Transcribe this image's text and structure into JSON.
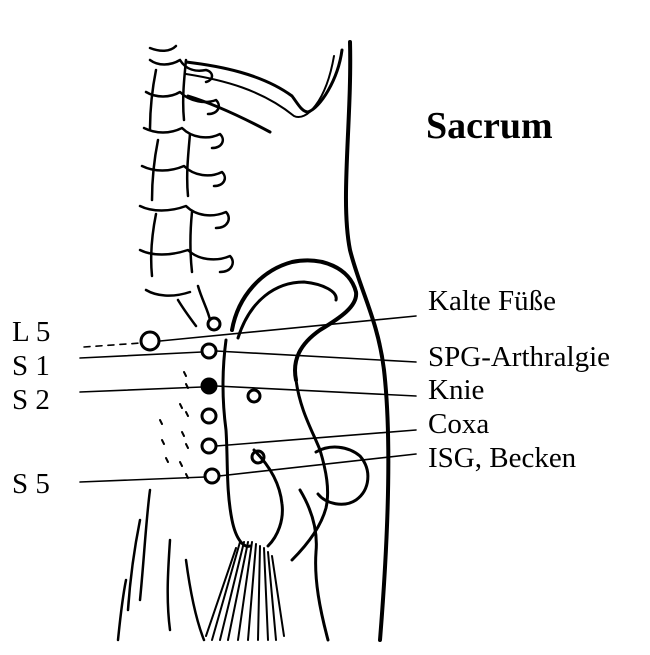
{
  "title": "Sacrum",
  "right_labels": [
    "Kalte Füße",
    "SPG-Arthralgie",
    "Knie",
    "Coxa",
    "ISG, Becken"
  ],
  "left_labels": [
    "L 5",
    "S 1",
    "S 2",
    "S 5"
  ],
  "colors": {
    "ink": "#000000",
    "paper": "#ffffff"
  }
}
